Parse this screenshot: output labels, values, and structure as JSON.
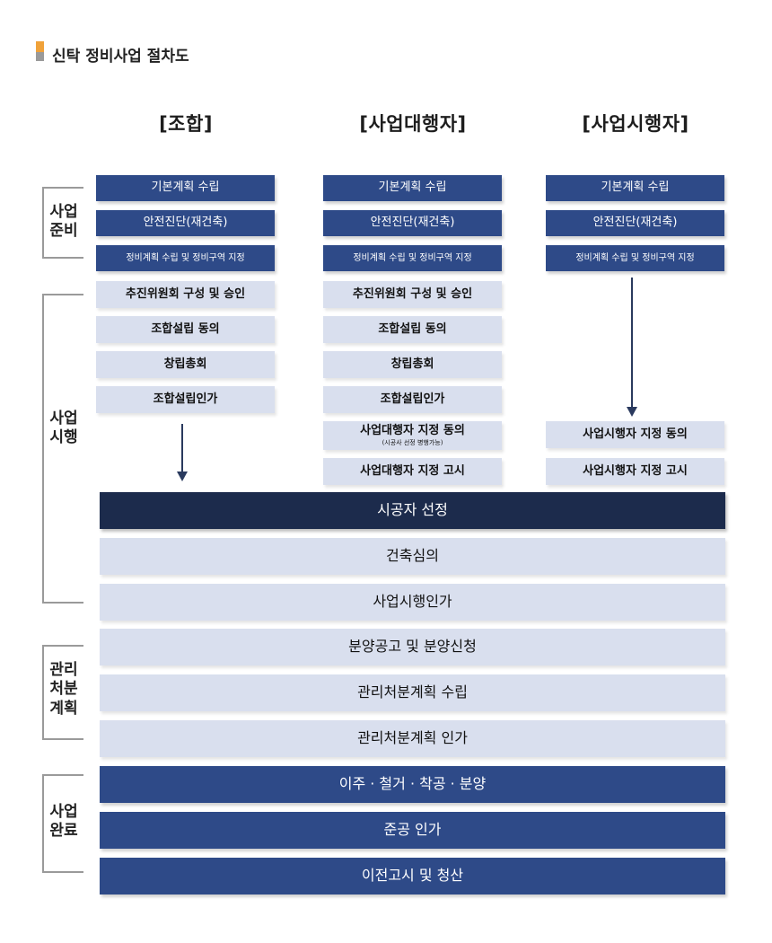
{
  "title": "신탁 정비사업 절차도",
  "columns": {
    "c1": "[조합]",
    "c2": "[사업대행자]",
    "c3": "[사업시행자]"
  },
  "stages": {
    "prep": "사업 준비",
    "impl": "사업 시행",
    "mgmt": "관리 처분 계획",
    "done": "사업 완료"
  },
  "common": {
    "basic_plan": "기본계획 수립",
    "safety": "안전진단(재건축)",
    "zone": "정비계획 수립 및 정비구역 지정"
  },
  "union": {
    "committee": "추진위원회 구성 및 승인",
    "consent": "조합설립 동의",
    "assembly": "창립총회",
    "approval": "조합설립인가"
  },
  "agent": {
    "committee": "추진위원회 구성 및 승인",
    "consent": "조합설립 동의",
    "assembly": "창립총회",
    "approval": "조합설립인가",
    "designate_consent": "사업대행자 지정 동의",
    "designate_note": "(시공사 선정 병행가능)",
    "designate_notice": "사업대행자 지정 고시"
  },
  "operator": {
    "designate_consent": "사업시행자 지정 동의",
    "designate_notice": "사업시행자 지정 고시"
  },
  "shared_steps": {
    "contractor": "시공자 선정",
    "review": "건축심의",
    "permit": "사업시행인가",
    "sale": "분양공고 및 분양신청",
    "plan": "관리처분계획 수립",
    "plan_approval": "관리처분계획 인가",
    "move": "이주 · 철거 · 착공 · 분양",
    "completion": "준공 인가",
    "transfer": "이전고시 및 청산"
  },
  "colors": {
    "navy": "#2e4a88",
    "dark_navy": "#1c2b4c",
    "light_box": "#d9dfee",
    "accent_orange": "#f0a23a"
  }
}
